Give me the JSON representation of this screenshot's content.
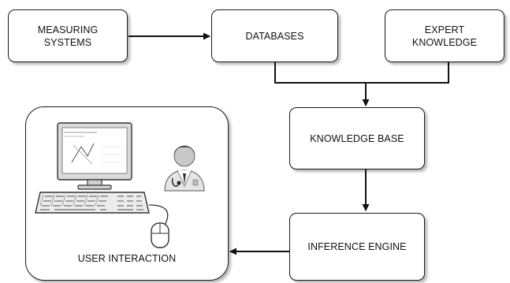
{
  "diagram": {
    "nodes": {
      "measuring_systems": "MEASURING\nSYSTEMS",
      "databases": "DATABASES",
      "expert_knowledge": "EXPERT\nKNOWLEDGE",
      "knowledge_base": "KNOWLEDGE BASE",
      "inference_engine": "INFERENCE ENGINE",
      "user_interaction": "USER INTERACTION"
    },
    "edges": [
      {
        "from": "measuring_systems",
        "to": "databases"
      },
      {
        "from": "databases",
        "to": "knowledge_base"
      },
      {
        "from": "expert_knowledge",
        "to": "knowledge_base"
      },
      {
        "from": "knowledge_base",
        "to": "inference_engine"
      },
      {
        "from": "inference_engine",
        "to": "user_interaction"
      }
    ],
    "illustration": {
      "computer_icon": "desktop-computer-icon",
      "keyboard_icon": "keyboard-icon",
      "mouse_icon": "mouse-icon",
      "doctor_icon": "doctor-avatar-icon"
    }
  }
}
